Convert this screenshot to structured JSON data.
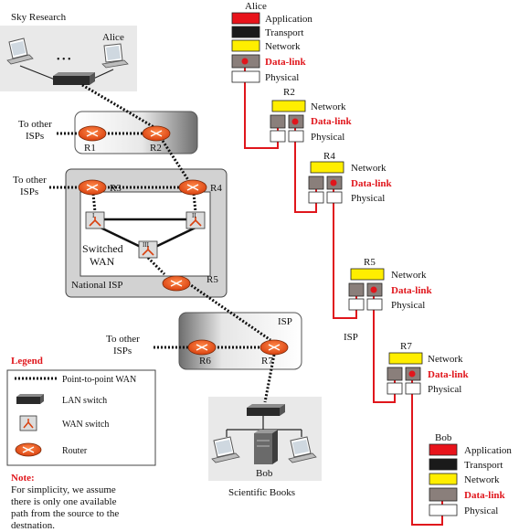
{
  "left": {
    "sky_research": "Sky Research",
    "alice": "Alice",
    "dots": "• • •",
    "to_other_isps_1": [
      "To other",
      "ISPs"
    ],
    "to_other_isps_2": [
      "To other",
      "ISPs"
    ],
    "to_other_isps_3": [
      "To other",
      "ISPs"
    ],
    "routers": {
      "r1": "R1",
      "r2": "R2",
      "r3": "R3",
      "r4": "R4",
      "r5": "R5",
      "r6": "R6",
      "r7": "R7"
    },
    "wan_switches": {
      "s1": "I",
      "s2": "II",
      "s3": "III"
    },
    "switched_wan": [
      "Switched",
      "WAN"
    ],
    "national_isp": "National ISP",
    "isp": "ISP",
    "bob": "Bob",
    "scientific_books": "Scientific Books"
  },
  "legend": {
    "title": "Legend",
    "p2p": "Point-to-point WAN",
    "lan_switch": "LAN switch",
    "wan_switch": "WAN switch",
    "router": "Router"
  },
  "note": {
    "title": "Note:",
    "lines": [
      "For simplicity, we assume",
      "there is only one available",
      "path from the source to the",
      "destnation."
    ]
  },
  "right": {
    "alice": "Alice",
    "r2": "R2",
    "r4": "R4",
    "r5": "R5",
    "r7": "R7",
    "bob": "Bob",
    "isp": "ISP",
    "application": "Application",
    "transport": "Transport",
    "network": "Network",
    "data_link": "Data-link",
    "physical": "Physical"
  },
  "colors": {
    "application": "#e8131b",
    "transport": "#1a1a1a",
    "network": "#ffee00",
    "datalink": "#8a7f7b",
    "path": "#e0161c",
    "router": "#f05a1e"
  }
}
